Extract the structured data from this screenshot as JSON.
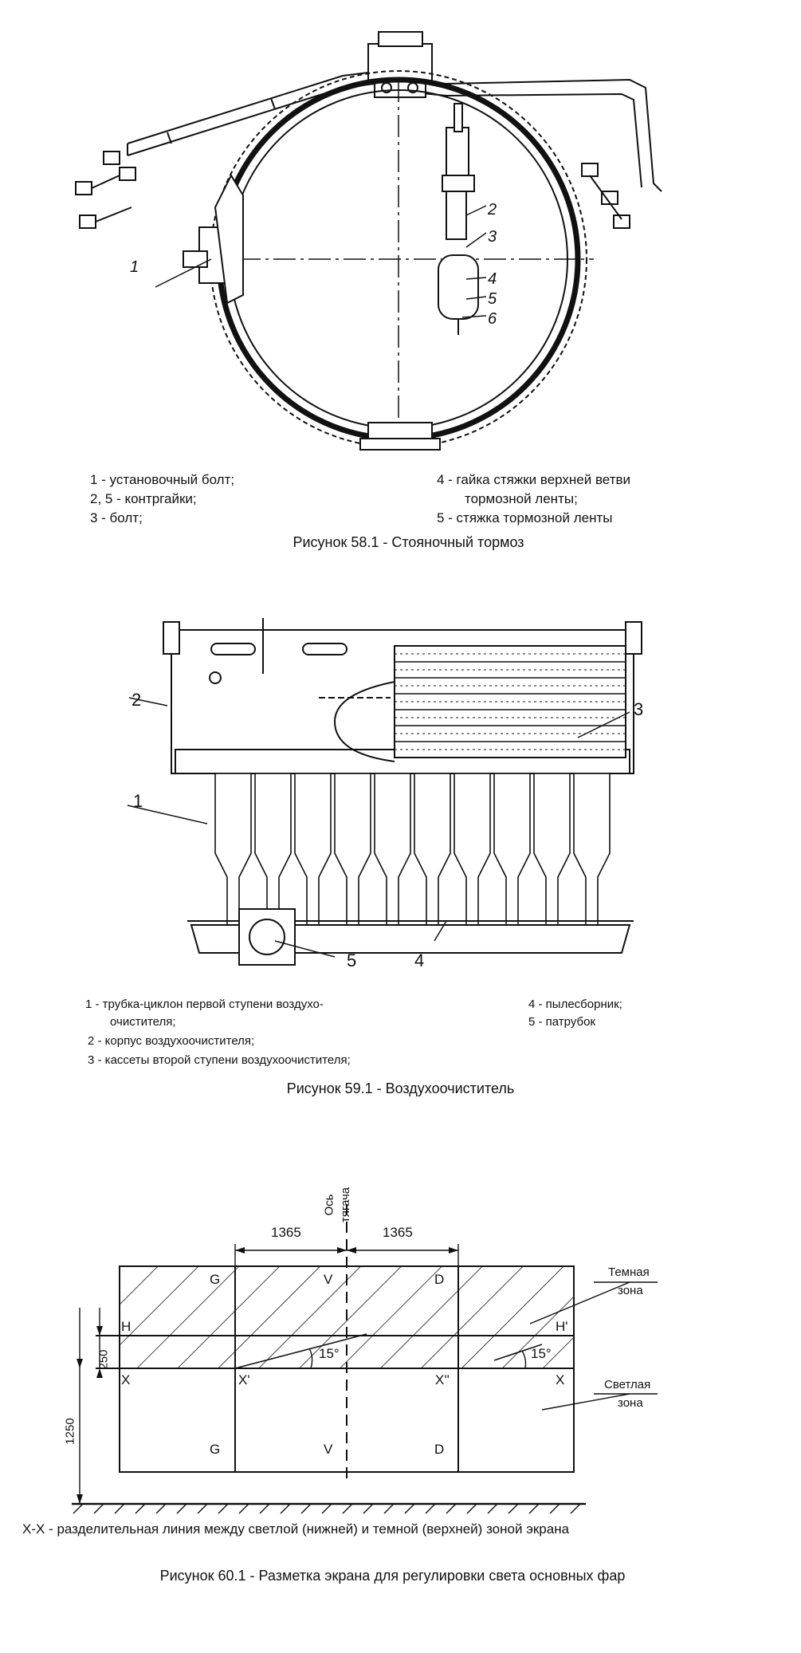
{
  "figure58": {
    "callouts": [
      "1",
      "2",
      "3",
      "4",
      "5",
      "6"
    ],
    "legend_left": [
      "1 - установочный болт;",
      "2, 5 - контргайки;",
      "3 - болт;"
    ],
    "legend_right": [
      "4 - гайка стяжки верхней ветви",
      "тормозной ленты;",
      "5 - стяжка тормозной ленты"
    ],
    "caption": "Рисунок 58.1 - Стояночный тормоз"
  },
  "figure59": {
    "callouts": [
      "1",
      "2",
      "3",
      "4",
      "5"
    ],
    "legend_left": [
      "1 - трубка-циклон первой ступени воздухо-",
      "очистителя;",
      "2 - корпус воздухоочистителя;",
      "3 - кассеты второй ступени воздухоочистителя;"
    ],
    "legend_right": [
      "4 - пылесборник;",
      "5 - патрубок"
    ],
    "caption": "Рисунок 59.1 - Воздухоочиститель"
  },
  "figure60": {
    "axis_label": [
      "Ось",
      "тягача"
    ],
    "dim_left": "1365",
    "dim_right": "1365",
    "dim_250": "250",
    "dim_1250": "1250",
    "angle_left": "15°",
    "angle_right": "15°",
    "pt_G": "G",
    "pt_V": "V",
    "pt_D": "D",
    "pt_H": "H",
    "pt_H2": "H'",
    "pt_X": "X",
    "pt_X1": "X'",
    "pt_X2": "X''",
    "dark_zone": [
      "Темная",
      "зона"
    ],
    "light_zone": [
      "Светлая",
      "зона"
    ],
    "xx_note": "X-X - разделительная линия между светлой (нижней) и темной (верхней) зоной экрана",
    "caption": "Рисунок 60.1 - Разметка экрана для регулировки света основных фар"
  }
}
